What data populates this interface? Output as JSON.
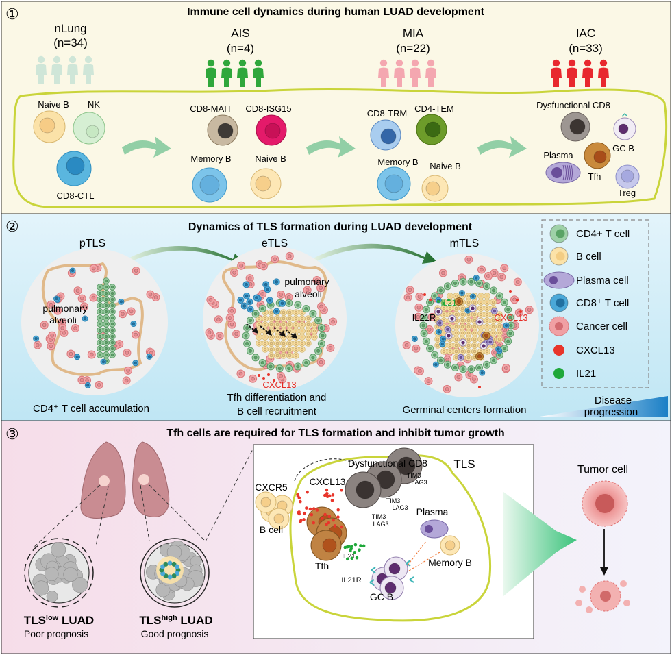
{
  "panel1": {
    "number": "①",
    "title": "Immune cell dynamics during human LUAD development",
    "stages": [
      {
        "name": "nLung",
        "n": "(n=34)",
        "color": "#cfe6d8"
      },
      {
        "name": "AIS",
        "n": "(n=4)",
        "color": "#2fa73b"
      },
      {
        "name": "MIA",
        "n": "(n=22)",
        "color": "#f4a7b0"
      },
      {
        "name": "IAC",
        "n": "(n=33)",
        "color": "#e8282e"
      }
    ],
    "cells": {
      "naive_b_1": "Naive B",
      "nk": "NK",
      "cd8_ctl": "CD8-CTL",
      "cd8_mait": "CD8-MAIT",
      "cd8_isg15": "CD8-ISG15",
      "memory_b_1": "Memory B",
      "naive_b_2": "Naive B",
      "cd8_trm": "CD8-TRM",
      "cd4_tem": "CD4-TEM",
      "memory_b_2": "Memory B",
      "naive_b_3": "Naive B",
      "dysfunctional_cd8": "Dysfunctional CD8",
      "gc_b": "GC B",
      "plasma": "Plasma",
      "tfh": "Tfh",
      "treg": "Treg"
    }
  },
  "panel2": {
    "number": "②",
    "title": "Dynamics of TLS formation during LUAD development",
    "circles": {
      "ptls": "pTLS",
      "etls": "eTLS",
      "mtls": "mTLS"
    },
    "alveoli_label": "pulmonary alveoli",
    "alveoli_line1": "pulmonary",
    "alveoli_line2": "alveoli",
    "cxcl13": "CXCL13",
    "il21": "IL21",
    "il21r": "IL21R",
    "caption_ptls": "CD4⁺ T cell accumulation",
    "caption_etls_1": "Tfh differentiation and",
    "caption_etls_2": "B cell recruitment",
    "caption_mtls": "Germinal centers formation",
    "progression_1": "Disease",
    "progression_2": "progression",
    "legend": [
      {
        "label": "CD4+ T cell",
        "icon": "cd4-t-cell-icon",
        "color": "#9fd1a8"
      },
      {
        "label": "B cell",
        "icon": "b-cell-icon",
        "color": "#fbe2a8"
      },
      {
        "label": "Plasma cell",
        "icon": "plasma-cell-icon",
        "color": "#b4a8d8"
      },
      {
        "label": "CD8⁺ T cell",
        "icon": "cd8-t-cell-icon",
        "color": "#4aa8d8"
      },
      {
        "label": "Cancer cell",
        "icon": "cancer-cell-icon",
        "color": "#f0a0a4"
      },
      {
        "label": "CXCL13",
        "icon": "cxcl13-dot-icon",
        "color": "#e8352b"
      },
      {
        "label": "IL21",
        "icon": "il21-dot-icon",
        "color": "#1fa83a"
      }
    ]
  },
  "panel3": {
    "number": "③",
    "title": "Tfh cells are required for TLS formation and inhibit tumor growth",
    "tls_low_1": "TLS",
    "tls_low_sup": "low",
    "tls_low_2": " LUAD",
    "tls_low_prognosis": "Poor prognosis",
    "tls_high_1": "TLS",
    "tls_high_sup": "high",
    "tls_high_2": " LUAD",
    "tls_high_prognosis": "Good prognosis",
    "tls_box_title": "TLS",
    "labels": {
      "dysfunctional_cd8": "Dysfunctional CD8",
      "cxcr5": "CXCR5",
      "cxcl13": "CXCL13",
      "b_cell": "B cell",
      "tfh": "Tfh",
      "il21": "IL21",
      "il21r": "IL21R",
      "gc_b": "GC B",
      "plasma": "Plasma",
      "memory_b": "Memory B",
      "tim3": "TIM3",
      "lag3": "LAG3"
    },
    "tumor_cell": "Tumor cell"
  }
}
